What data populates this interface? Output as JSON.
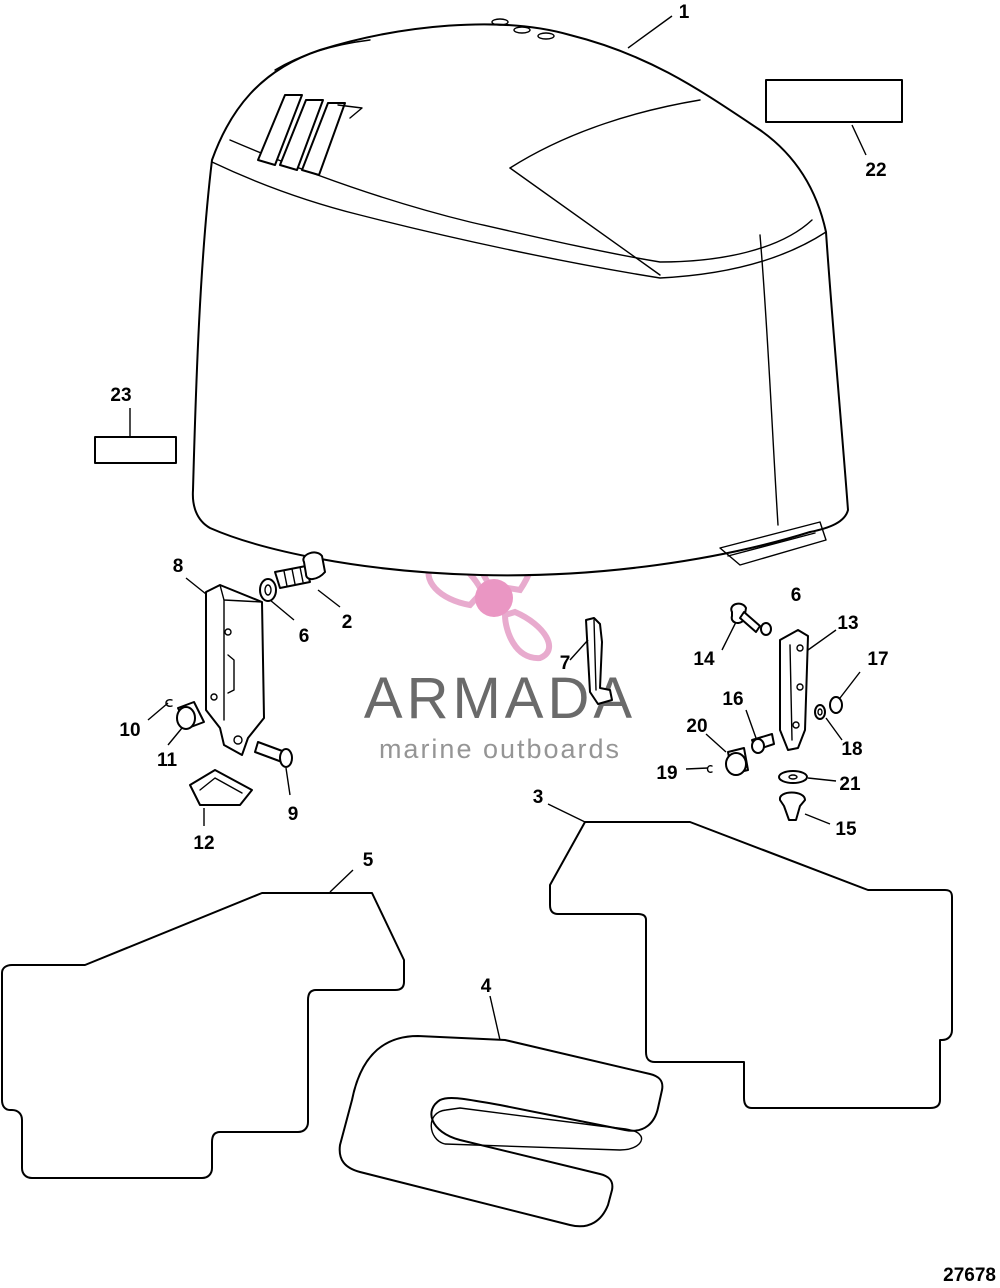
{
  "watermark": {
    "title": "ARMADA",
    "subtitle": "marine outboards",
    "logo_color": "#e6a3c9",
    "logo_center_color": "#e88bbd"
  },
  "figure_number": "27678",
  "callouts": {
    "c1": "1",
    "c2": "2",
    "c3": "3",
    "c4": "4",
    "c5": "5",
    "c6a": "6",
    "c6b": "6",
    "c7": "7",
    "c8": "8",
    "c9": "9",
    "c10": "10",
    "c11": "11",
    "c12": "12",
    "c13": "13",
    "c14": "14",
    "c15": "15",
    "c16": "16",
    "c17": "17",
    "c18": "18",
    "c19": "19",
    "c20": "20",
    "c21": "21",
    "c22": "22",
    "c23": "23"
  }
}
